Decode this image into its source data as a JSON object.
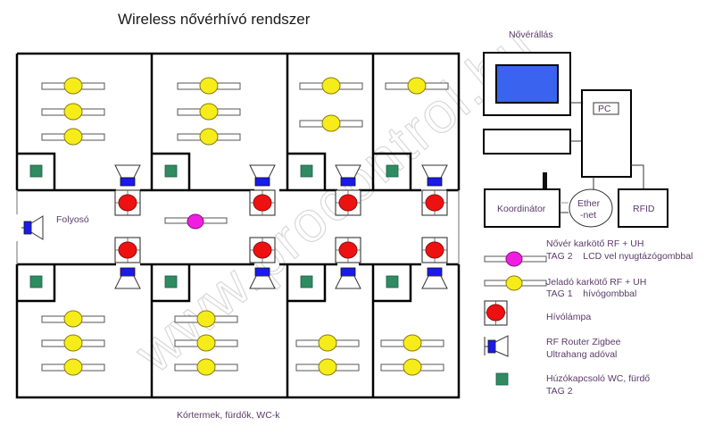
{
  "title": "Wireless nővérhívó rendszer",
  "watermark": "www.procontrol.hu",
  "labels": {
    "corridor": "Folyosó",
    "rooms": "Kórtermek, fürdők, WC-k",
    "nurse_station": "Nővérállás"
  },
  "station": {
    "pc": "PC",
    "coordinator": "Koordinátor",
    "ethernet_line1": "Ether",
    "ethernet_line2": "-net",
    "rfid": "RFID"
  },
  "legend": [
    {
      "id": "nurse-tag",
      "symbol": "wristband-magenta",
      "line1": "Nővér karkötő RF + UH",
      "line2": "TAG 2    LCD vel nyugtázógombbal"
    },
    {
      "id": "patient-tag",
      "symbol": "wristband-yellow",
      "line1": "Jeladó karkötő RF + UH",
      "line2": "TAG 1    hívógombbal"
    },
    {
      "id": "call-lamp",
      "symbol": "call-lamp",
      "line1": "Hívólámpa",
      "line2": ""
    },
    {
      "id": "router",
      "symbol": "rf-router",
      "line1": "RF Router Zigbee",
      "line2": "Ultrahang adóval"
    },
    {
      "id": "pull-switch",
      "symbol": "pull-switch",
      "line1": "Húzókapcsoló WC, fürdő",
      "line2": "TAG 2"
    }
  ],
  "colors": {
    "patient_tag": "#f5ec1a",
    "nurse_tag": "#f01ee0",
    "call_lamp": "#ee1111",
    "router": "#1a1aee",
    "pull_switch": "#2e8b62",
    "monitor_screen": "#3a64f0",
    "label_text": "#5a3a6a"
  },
  "rooms": {
    "top": [
      {
        "name": "top-room-1",
        "patient_tags": 3
      },
      {
        "name": "top-room-2",
        "patient_tags": 3
      },
      {
        "name": "top-room-3",
        "patient_tags": 2
      },
      {
        "name": "top-room-4",
        "patient_tags": 1
      }
    ],
    "bottom": [
      {
        "name": "bottom-room-1",
        "patient_tags": 3
      },
      {
        "name": "bottom-room-2",
        "patient_tags": 3
      },
      {
        "name": "bottom-room-3",
        "patient_tags": 2
      },
      {
        "name": "bottom-room-4",
        "patient_tags": 2
      }
    ]
  }
}
